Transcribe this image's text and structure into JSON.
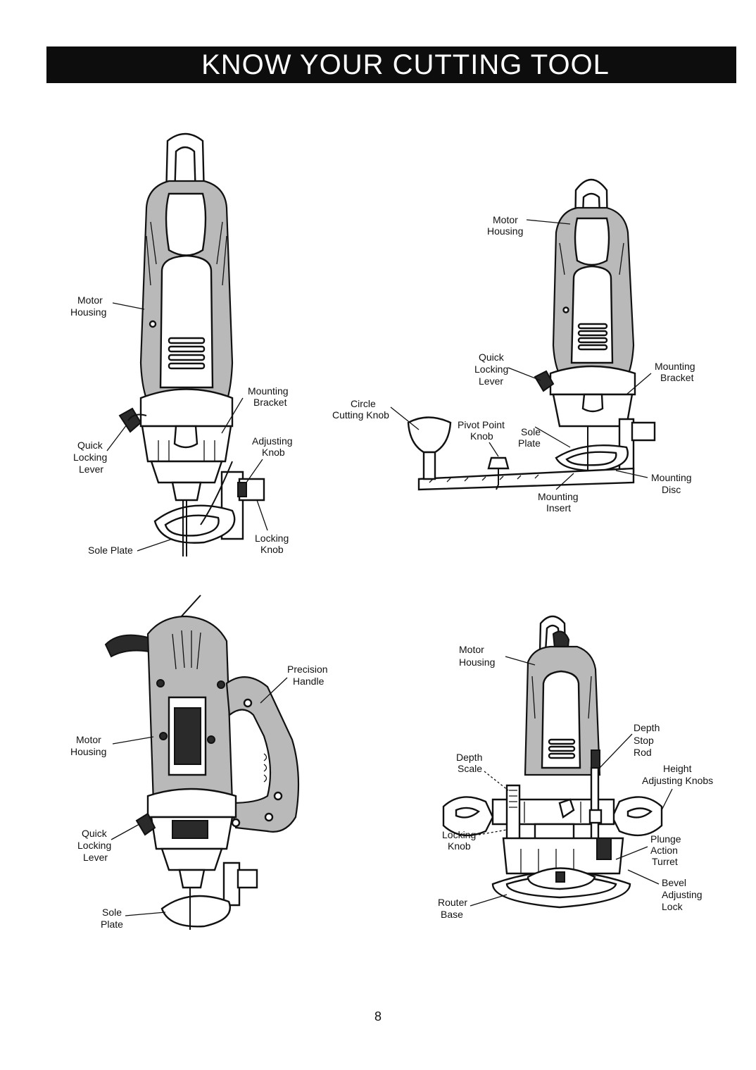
{
  "header": {
    "title": "KNOW YOUR CUTTING TOOL"
  },
  "figures": {
    "fig1": {
      "labels": {
        "motor_housing_1": "Motor",
        "motor_housing_2": "Housing",
        "mounting_bracket_1": "Mounting",
        "mounting_bracket_2": "Bracket",
        "quick_locking_lever_1": "Quick",
        "quick_locking_lever_2": "Locking",
        "quick_locking_lever_3": "Lever",
        "adjusting_knob_1": "Adjusting",
        "adjusting_knob_2": "Knob",
        "locking_knob_1": "Locking",
        "locking_knob_2": "Knob",
        "sole_plate": "Sole Plate"
      }
    },
    "fig2": {
      "labels": {
        "motor_housing_1": "Motor",
        "motor_housing_2": "Housing",
        "quick_locking_lever_1": "Quick",
        "quick_locking_lever_2": "Locking",
        "quick_locking_lever_3": "Lever",
        "mounting_bracket_1": "Mounting",
        "mounting_bracket_2": "Bracket",
        "circle_cutting_knob_1": "Circle",
        "circle_cutting_knob_2": "Cutting Knob",
        "pivot_point_knob_1": "Pivot Point",
        "pivot_point_knob_2": "Knob",
        "sole_plate_1": "Sole",
        "sole_plate_2": "Plate",
        "mounting_disc_1": "Mounting",
        "mounting_disc_2": "Disc",
        "mounting_insert_1": "Mounting",
        "mounting_insert_2": "Insert"
      }
    },
    "fig3": {
      "labels": {
        "precision_handle_1": "Precision",
        "precision_handle_2": "Handle",
        "motor_housing_1": "Motor",
        "motor_housing_2": "Housing",
        "quick_locking_lever_1": "Quick",
        "quick_locking_lever_2": "Locking",
        "quick_locking_lever_3": "Lever",
        "sole_plate_1": "Sole",
        "sole_plate_2": "Plate"
      }
    },
    "fig4": {
      "labels": {
        "motor_housing_1": "Motor",
        "motor_housing_2": "Housing",
        "depth_stop_rod_1": "Depth",
        "depth_stop_rod_2": "Stop",
        "depth_stop_rod_3": "Rod",
        "depth_scale_1": "Depth",
        "depth_scale_2": "Scale",
        "height_adjusting_knobs_1": "Height",
        "height_adjusting_knobs_2": "Adjusting Knobs",
        "locking_knob_1": "Locking",
        "locking_knob_2": "Knob",
        "plunge_action_turret_1": "Plunge",
        "plunge_action_turret_2": "Action",
        "plunge_action_turret_3": "Turret",
        "bevel_adjusting_lock_1": "Bevel",
        "bevel_adjusting_lock_2": "Adjusting",
        "bevel_adjusting_lock_3": "Lock",
        "router_base_1": "Router",
        "router_base_2": "Base"
      }
    }
  },
  "footer": {
    "page_number": "8"
  }
}
